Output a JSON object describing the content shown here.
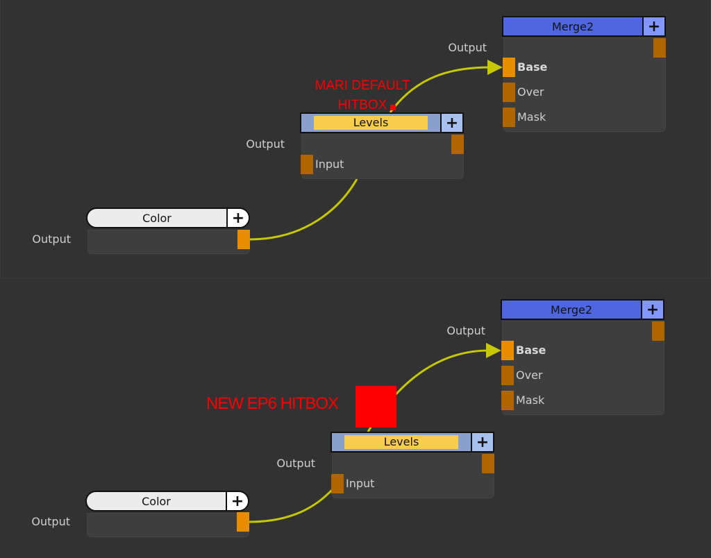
{
  "colors": {
    "background": "#323232",
    "wire": "#c8c800",
    "merge_header": "#5066e0",
    "levels_title": "#f8cd4c",
    "levels_header": "#8aa0cc",
    "port": "#b06500",
    "port_active": "#e88c00",
    "annotation": "#ff0000"
  },
  "top_panel": {
    "annotation": {
      "line1": "MARI DEFAULT",
      "line2": "HITBOX"
    },
    "merge": {
      "title": "Merge2",
      "plus": "+",
      "output": "Output",
      "inputs": [
        "Base",
        "Over",
        "Mask"
      ]
    },
    "levels": {
      "title": "Levels",
      "plus": "+",
      "output": "Output",
      "input": "Input"
    },
    "color": {
      "title": "Color",
      "plus": "+",
      "output": "Output"
    }
  },
  "bottom_panel": {
    "annotation": {
      "text": "NEW EP6 HITBOX"
    },
    "merge": {
      "title": "Merge2",
      "plus": "+",
      "output": "Output",
      "inputs": [
        "Base",
        "Over",
        "Mask"
      ]
    },
    "levels": {
      "title": "Levels",
      "plus": "+",
      "output": "Output",
      "input": "Input"
    },
    "color": {
      "title": "Color",
      "plus": "+",
      "output": "Output"
    }
  }
}
